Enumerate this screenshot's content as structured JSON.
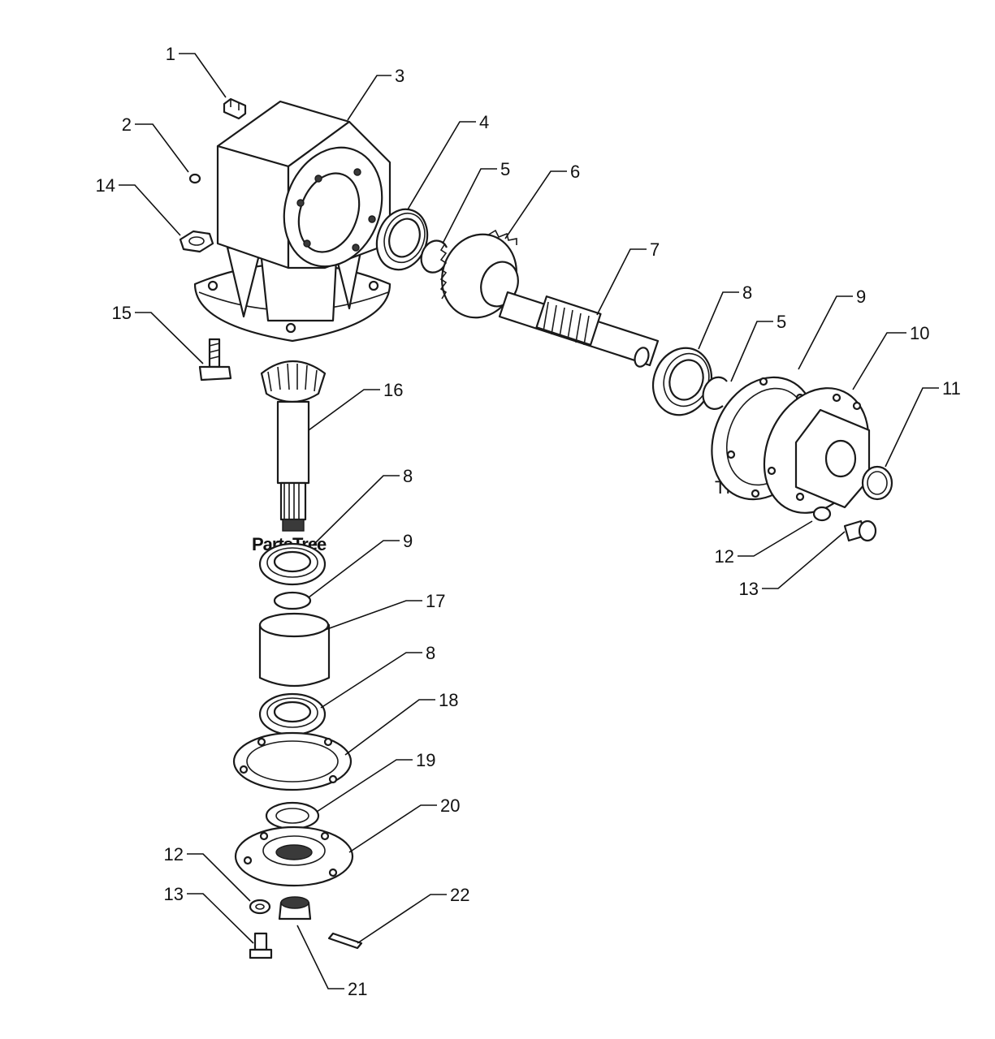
{
  "watermark": {
    "text": "PartsTree",
    "trademark": "TM"
  },
  "callouts": [
    {
      "id": "c1",
      "label": "1"
    },
    {
      "id": "c2",
      "label": "2"
    },
    {
      "id": "c3",
      "label": "3"
    },
    {
      "id": "c4",
      "label": "4"
    },
    {
      "id": "c5a",
      "label": "5"
    },
    {
      "id": "c6",
      "label": "6"
    },
    {
      "id": "c7",
      "label": "7"
    },
    {
      "id": "c8a",
      "label": "8"
    },
    {
      "id": "c5b",
      "label": "5"
    },
    {
      "id": "c9a",
      "label": "9"
    },
    {
      "id": "c10",
      "label": "10"
    },
    {
      "id": "c11",
      "label": "11"
    },
    {
      "id": "c14",
      "label": "14"
    },
    {
      "id": "c15",
      "label": "15"
    },
    {
      "id": "c16",
      "label": "16"
    },
    {
      "id": "c8b",
      "label": "8"
    },
    {
      "id": "c9b",
      "label": "9"
    },
    {
      "id": "c12a",
      "label": "12"
    },
    {
      "id": "c13a",
      "label": "13"
    },
    {
      "id": "c17",
      "label": "17"
    },
    {
      "id": "c8c",
      "label": "8"
    },
    {
      "id": "c18",
      "label": "18"
    },
    {
      "id": "c19",
      "label": "19"
    },
    {
      "id": "c20",
      "label": "20"
    },
    {
      "id": "c12b",
      "label": "12"
    },
    {
      "id": "c13b",
      "label": "13"
    },
    {
      "id": "c22",
      "label": "22"
    },
    {
      "id": "c21",
      "label": "21"
    }
  ]
}
